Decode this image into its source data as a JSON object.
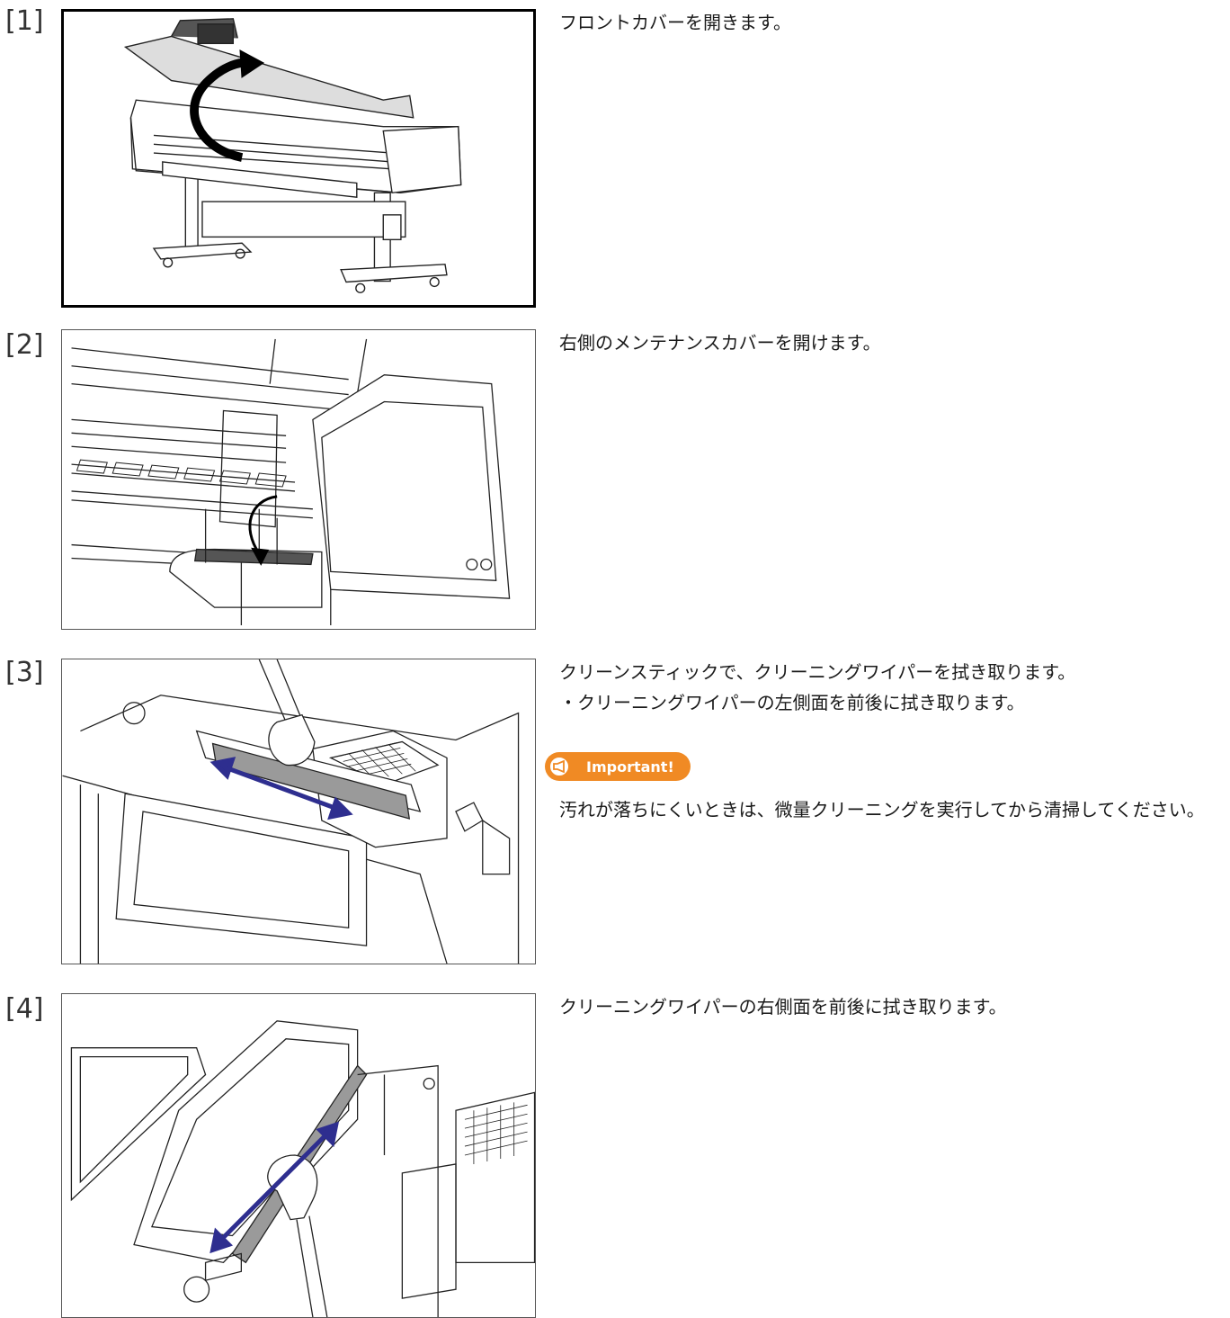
{
  "steps": [
    {
      "num": "[1]",
      "text": "フロントカバーを開きます。"
    },
    {
      "num": "[2]",
      "text": "右側のメンテナンスカバーを開けます。"
    },
    {
      "num": "[3]",
      "text": "クリーンスティックで、クリーニングワイパーを拭き取ります。",
      "sub": "・クリーニングワイパーの左側面を前後に拭き取ります。"
    },
    {
      "num": "[4]",
      "text": "クリーニングワイパーの右側面を前後に拭き取ります。"
    }
  ],
  "important": {
    "label": "Important!",
    "icon": "megaphone-icon",
    "text": "汚れが落ちにくいときは、微量クリーニングを実行してから清掃してください。"
  },
  "colors": {
    "important_badge": "#f08a24",
    "arrow": "#2e2e8f",
    "wiper": "#9a9a9a"
  }
}
